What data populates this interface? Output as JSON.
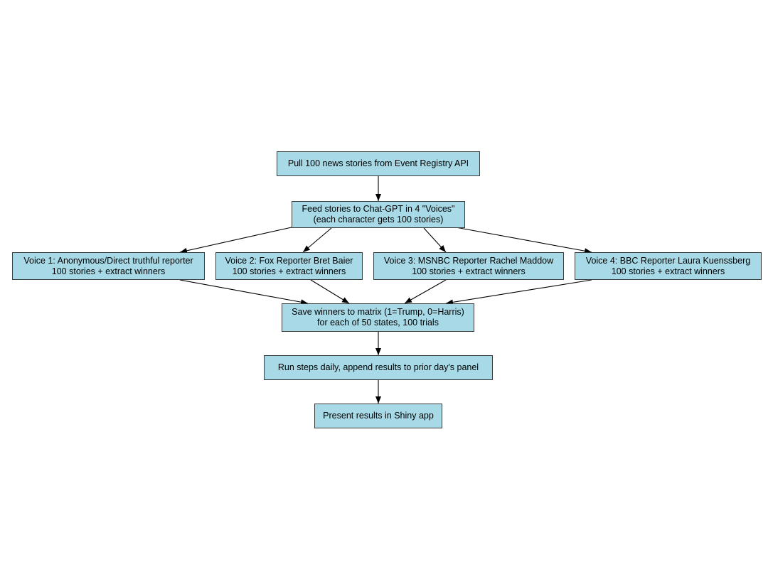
{
  "colors": {
    "node_fill": "#a7d9e6",
    "node_border": "#3a3a3a",
    "edge": "#000000",
    "background": "#ffffff"
  },
  "nodes": {
    "pull": {
      "lines": [
        "Pull 100 news stories from Event Registry API"
      ]
    },
    "feed": {
      "lines": [
        "Feed stories to Chat-GPT in 4 \"Voices\"",
        "(each character gets 100 stories)"
      ]
    },
    "voice1": {
      "lines": [
        "Voice 1: Anonymous/Direct truthful reporter",
        "100 stories + extract winners"
      ]
    },
    "voice2": {
      "lines": [
        "Voice 2: Fox Reporter Bret Baier",
        "100 stories + extract winners"
      ]
    },
    "voice3": {
      "lines": [
        "Voice 3: MSNBC Reporter Rachel Maddow",
        "100 stories + extract winners"
      ]
    },
    "voice4": {
      "lines": [
        "Voice 4: BBC Reporter Laura Kuenssberg",
        "100 stories + extract winners"
      ]
    },
    "save": {
      "lines": [
        "Save winners to matrix (1=Trump, 0=Harris)",
        "for each of 50 states, 100 trials"
      ]
    },
    "run": {
      "lines": [
        "Run steps daily, append results to prior day's panel"
      ]
    },
    "present": {
      "lines": [
        "Present results in Shiny app"
      ]
    }
  },
  "edges": [
    {
      "from": "pull",
      "to": "feed"
    },
    {
      "from": "feed",
      "to": "voice1"
    },
    {
      "from": "feed",
      "to": "voice2"
    },
    {
      "from": "feed",
      "to": "voice3"
    },
    {
      "from": "feed",
      "to": "voice4"
    },
    {
      "from": "voice1",
      "to": "save"
    },
    {
      "from": "voice2",
      "to": "save"
    },
    {
      "from": "voice3",
      "to": "save"
    },
    {
      "from": "voice4",
      "to": "save"
    },
    {
      "from": "save",
      "to": "run"
    },
    {
      "from": "run",
      "to": "present"
    }
  ]
}
